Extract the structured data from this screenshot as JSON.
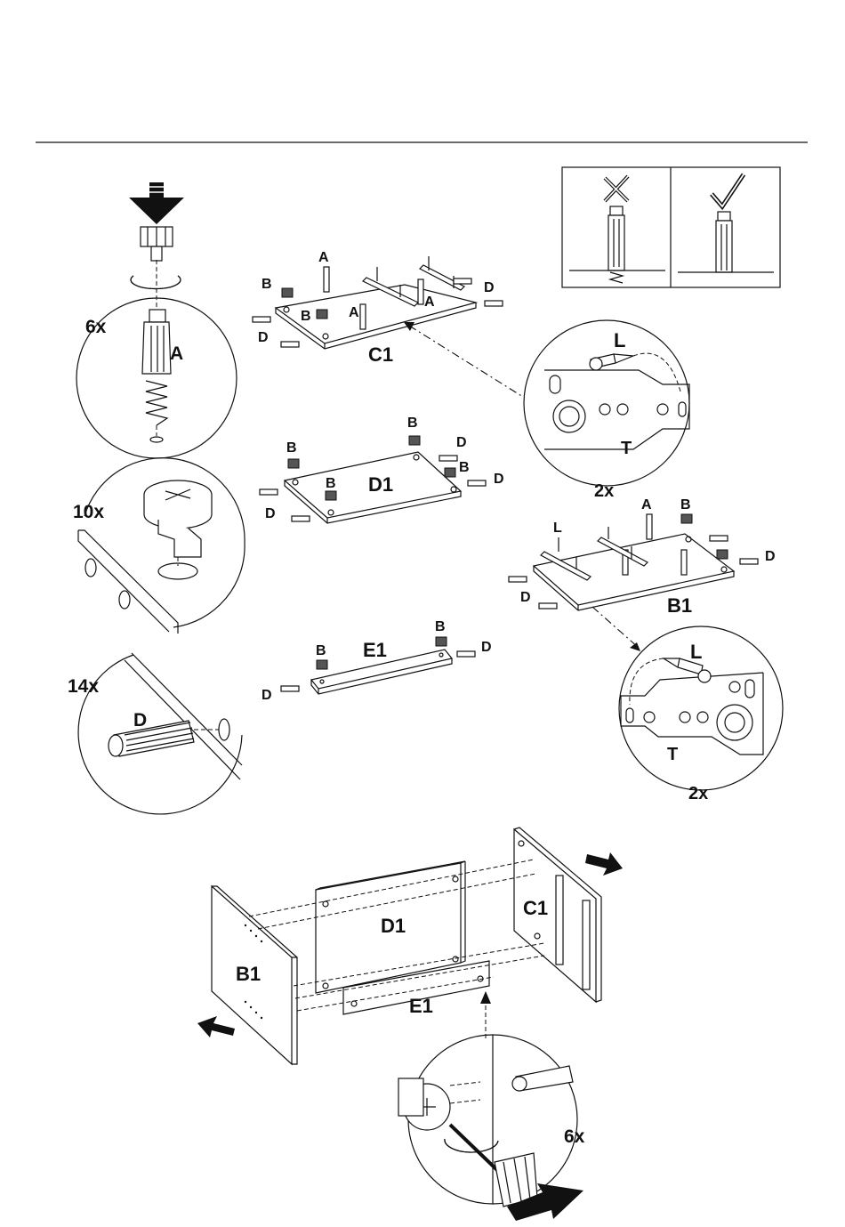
{
  "labels": {
    "cam_bolt_qty": "6x",
    "cam_bolt_part": "A",
    "cam_lock_qty": "10x",
    "dowel_qty": "14x",
    "dowel_part": "D",
    "c1_panel": "C1",
    "d1_panel": "D1",
    "e1_panel": "E1",
    "b1_panel": "B1",
    "part_a": "A",
    "part_b": "B",
    "part_d": "D",
    "part_l": "L",
    "part_t": "T",
    "hinge_qty_top": "2x",
    "hinge_qty_bottom": "2x",
    "final_cam_qty": "6x"
  },
  "icons": {
    "wrong": "cross-mark-icon",
    "right": "check-mark-icon",
    "push": "push-arrow-icon",
    "rotate": "rotate-arrow-icon",
    "screwdriver": "screwdriver-icon"
  }
}
